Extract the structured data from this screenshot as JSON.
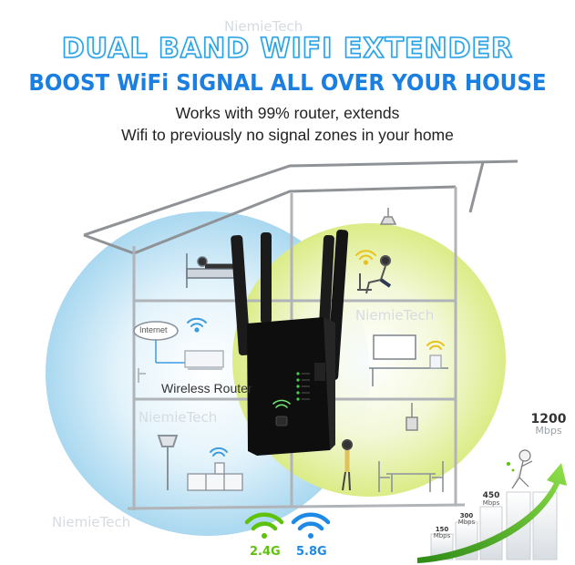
{
  "watermark": "NiemieTech",
  "headline": "DUAL BAND WIFI EXTENDER",
  "subheadline": "BOOST WiFi SIGNAL ALL OVER YOUR HOUSE",
  "description_line1": "Works with 99% router, extends",
  "description_line2": "Wifi to previously no signal zones in your home",
  "router_label": "Wireless Router",
  "internet_label": "Internet",
  "bands": [
    {
      "label": "2.4G",
      "color": "#5ec20a"
    },
    {
      "label": "5.8G",
      "color": "#1e8ae6"
    }
  ],
  "speeds": [
    {
      "value": "150",
      "unit": "Mbps"
    },
    {
      "value": "300",
      "unit": "Mbps"
    },
    {
      "value": "450",
      "unit": "Mbps"
    },
    {
      "value": "1200",
      "unit": "Mbps"
    }
  ],
  "colors": {
    "accent_blue": "#1a7fe0",
    "accent_green": "#5ec20a",
    "left_zone": "#bfe3f5",
    "right_zone": "#e4f0a0"
  }
}
